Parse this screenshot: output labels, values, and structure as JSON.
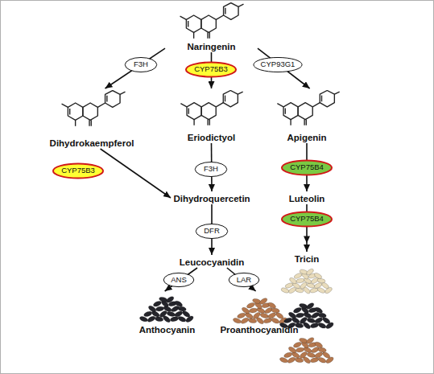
{
  "diagram": {
    "nodes": [
      {
        "text": [
          "Naringenin"
        ]
      },
      {
        "text": [
          "F3H"
        ]
      },
      {
        "text": [
          "CYP75B3"
        ]
      },
      {
        "text": [
          "CYP93G1"
        ]
      },
      {
        "text": [
          "Dihydrokaempferol"
        ]
      },
      {
        "text": [
          "Eriodictyol"
        ]
      },
      {
        "text": [
          "Apigenin"
        ]
      },
      {
        "text": [
          "CYP75B3"
        ]
      },
      {
        "text": [
          "F3H"
        ]
      },
      {
        "text": [
          "CYP75B4"
        ]
      },
      {
        "text": [
          "Dihydroquercetin"
        ]
      },
      {
        "text": [
          "Luteolin"
        ]
      },
      {
        "text": [
          "CYP75B4"
        ]
      },
      {
        "text": [
          "DFR"
        ]
      },
      {
        "text": [
          "Leucocyanidin"
        ]
      },
      {
        "text": [
          "Tricin"
        ]
      },
      {
        "text": [
          "ANS"
        ]
      },
      {
        "text": [
          "LAR"
        ]
      },
      {
        "text": [
          "Anthocyanin"
        ]
      },
      {
        "text": [
          "Proanthocyanidin"
        ]
      }
    ],
    "edges": [
      {
        "from": 0,
        "to": 4,
        "arrow": "to"
      },
      {
        "from": 0,
        "to": 5,
        "arrow": "to"
      },
      {
        "from": 0,
        "to": 6,
        "arrow": "to"
      },
      {
        "from": 4,
        "to": 10,
        "arrow": "to"
      },
      {
        "from": 5,
        "to": 10,
        "arrow": "to"
      },
      {
        "from": 6,
        "to": 11,
        "arrow": "to"
      },
      {
        "from": 11,
        "to": 15,
        "arrow": "to"
      },
      {
        "from": 10,
        "to": 14,
        "arrow": "to"
      },
      {
        "from": 14,
        "to": 18,
        "arrow": "to"
      },
      {
        "from": 14,
        "to": 19,
        "arrow": "to"
      }
    ]
  }
}
